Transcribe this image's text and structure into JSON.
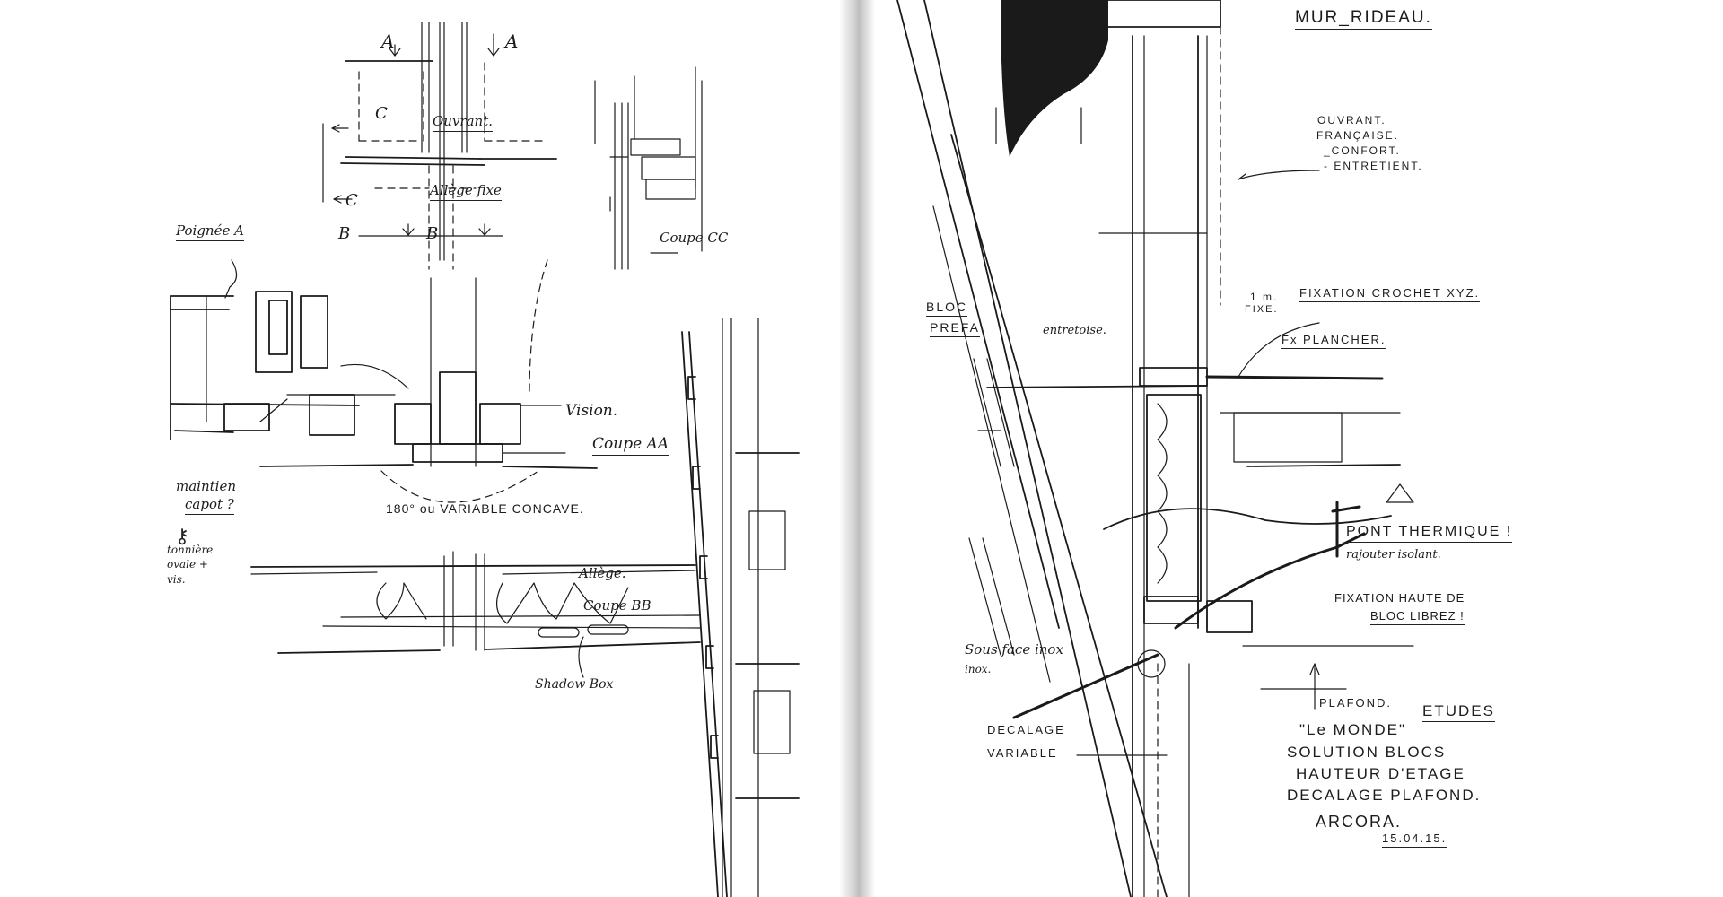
{
  "left_page": {
    "section_a_left": "A",
    "section_a_right": "A",
    "section_b_left": "B",
    "section_b_right": "B",
    "section_c_top": "C",
    "section_c_bottom": "C",
    "ouvrant": "Ouvrant.",
    "allege_fixe": "Allège fixe",
    "poignee": "Poignée A",
    "coupe_cc": "Coupe CC",
    "vision": "Vision.",
    "coupe_aa": "Coupe AA",
    "concave": "180° ou VARIABLE CONCAVE.",
    "maintien": "maintien",
    "capot": "capot ?",
    "note_lines": [
      "tonnière",
      "ovale +",
      "vis."
    ],
    "allege": "Allège.",
    "coupe_bb": "Coupe BB",
    "shadow_box": "Shadow Box"
  },
  "right_page": {
    "title": "MUR_RIDEAU.",
    "ouvrant_list": [
      "OUVRANT.",
      "FRANÇAISE.",
      "_CONFORT.",
      "- ENTRETIENT."
    ],
    "fixation_crochet": "FIXATION CROCHET XYZ.",
    "one_m": "1 m.",
    "fixe": "FIXE.",
    "fx_plancher": "Fx PLANCHER.",
    "bloc": "BLOC",
    "prefa": "PREFA",
    "entretoise": "entretoise.",
    "pont_thermique": "PONT THERMIQUE !",
    "rajouter_isolant": "rajouter isolant.",
    "fixation_haute_1": "FIXATION HAUTE DE",
    "fixation_haute_2": "BLOC LIBREZ !",
    "sous_face": "Sous face inox",
    "inox": "inox.",
    "decalage": "DECALAGE",
    "variable": "VARIABLE",
    "plafond": "PLAFOND.",
    "etudes": "ETUDES",
    "le_monde": "\"Le MONDE\"",
    "solution_blocs": "SOLUTION BLOCS",
    "hauteur_etage": "HAUTEUR D'ETAGE",
    "decalage_plafond": "DECALAGE PLAFOND.",
    "signature": "ARCORA.",
    "date": "15.04.15."
  },
  "colors": {
    "ink": "#1a1a1a",
    "paper": "#ffffff",
    "spine": "#d8d8d8"
  }
}
